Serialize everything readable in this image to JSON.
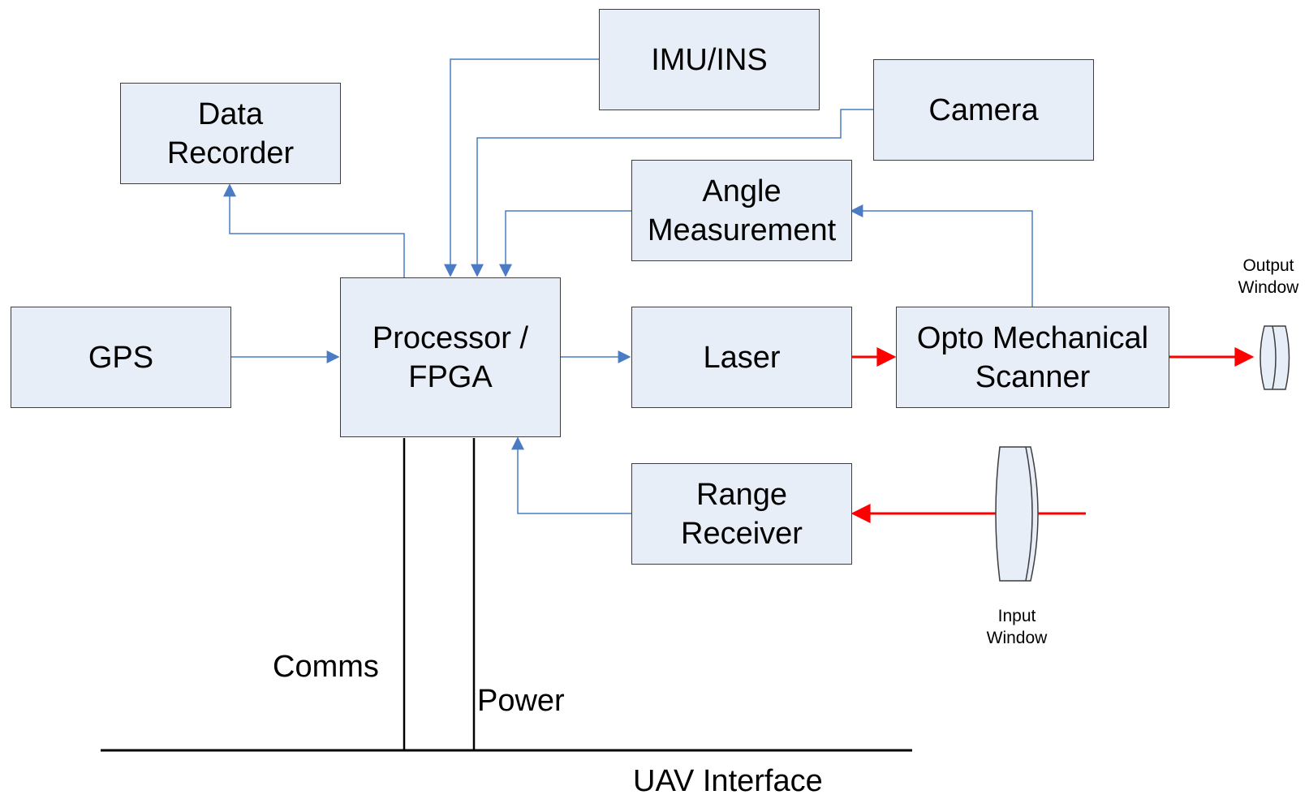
{
  "blocks": {
    "imu": "IMU/INS",
    "camera": "Camera",
    "data_recorder": "Data\nRecorder",
    "angle_measurement": "Angle\nMeasurement",
    "gps": "GPS",
    "processor": "Processor /\nFPGA",
    "laser": "Laser",
    "scanner": "Opto Mechanical\nScanner",
    "range_receiver": "Range\nReceiver"
  },
  "labels": {
    "output_window": "Output\nWindow",
    "input_window": "Input\nWindow",
    "comms": "Comms",
    "power": "Power",
    "uav_interface": "UAV Interface"
  },
  "colors": {
    "block_fill": "#e8eef8",
    "signal_line": "#4a7bc4",
    "laser_beam": "#ff0000",
    "bus_line": "#000000"
  }
}
